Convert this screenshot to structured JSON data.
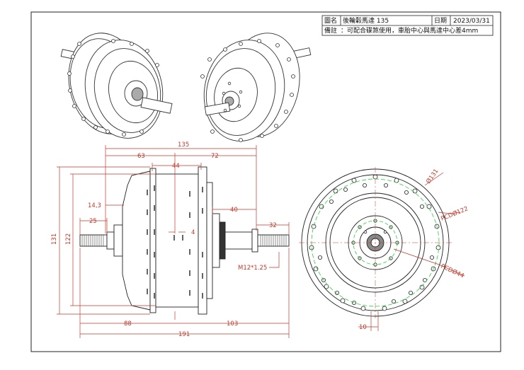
{
  "title_block": {
    "name_label": "圖名",
    "name_value": "後輪轂馬達 135",
    "date_label": "日期",
    "date_value": "2023/03/31",
    "note_label": "備註",
    "note_value": "：可配合碟煞使用，車胎中心與馬達中心差4mm"
  },
  "dimensions": {
    "total_135": "135",
    "left_63": "63",
    "right_72": "72",
    "center_44": "44",
    "shoulder_14_3": "14,3",
    "axle_25": "25",
    "gap_4": "4",
    "right_40": "40",
    "axle_32": "32",
    "height_131": "131",
    "height_122": "122",
    "thread_m12": "M12*1.25",
    "bottom_88": "88",
    "bottom_103": "103",
    "bottom_191": "191",
    "dia_131": "Ø131",
    "pcd_122": "PCDØ122",
    "pcd_44": "PCDØ44",
    "hole_10": "10"
  },
  "colors": {
    "dimension": "#c0392b",
    "pcd_circle": "#2ecc40",
    "line": "#222222"
  }
}
